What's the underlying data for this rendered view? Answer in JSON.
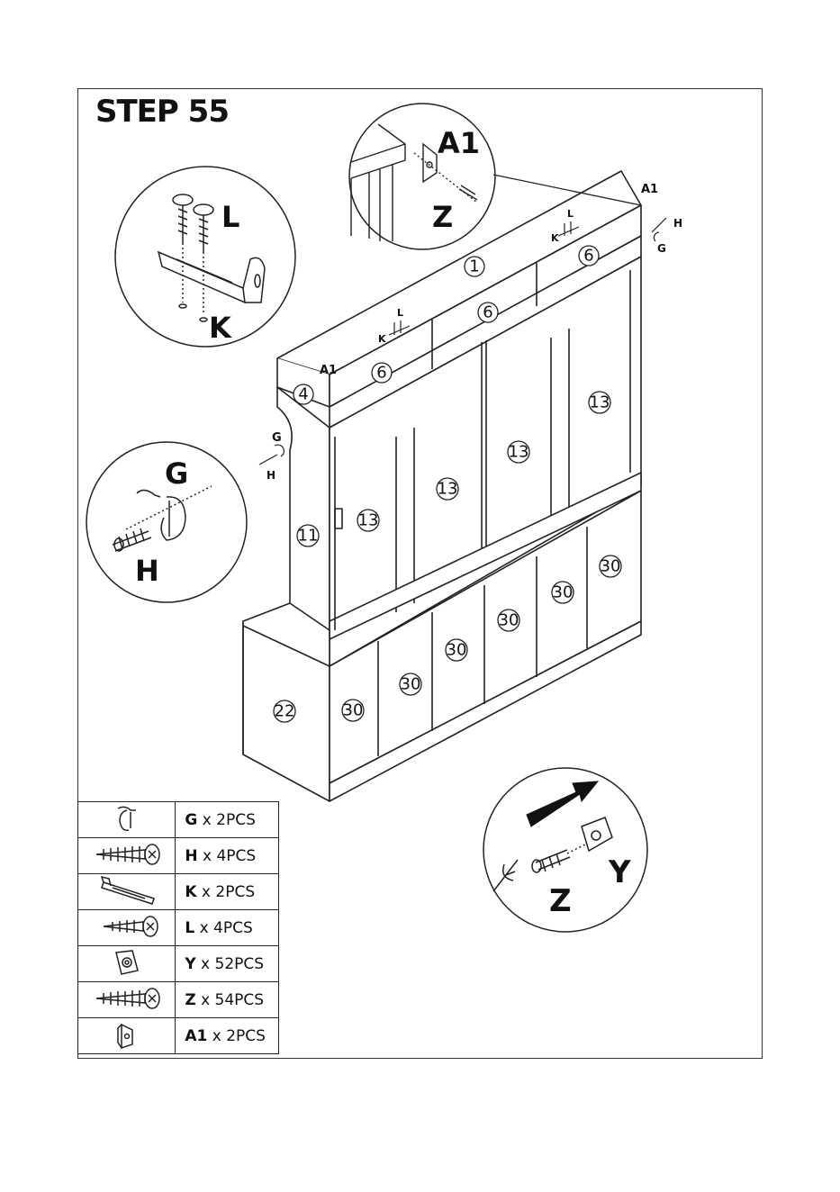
{
  "step_title": "STEP 55",
  "diagram": {
    "labels": {
      "A1": "A1",
      "Z": "Z",
      "L": "L",
      "K": "K",
      "G": "G",
      "H": "H",
      "Y": "Y"
    },
    "part_numbers": {
      "p1": "1",
      "p4": "4",
      "p6": "6",
      "p11": "11",
      "p13": "13",
      "p22": "22",
      "p30": "30"
    }
  },
  "parts_table": [
    {
      "icon": "hook-icon",
      "letter": "G",
      "qty": " x 2PCS"
    },
    {
      "icon": "screw-icon",
      "letter": "H",
      "qty": " x 4PCS"
    },
    {
      "icon": "bracket-icon",
      "letter": "K",
      "qty": " x 2PCS"
    },
    {
      "icon": "screw-icon",
      "letter": "L",
      "qty": " x 4PCS"
    },
    {
      "icon": "cam-fitting-icon",
      "letter": "Y",
      "qty": " x 52PCS"
    },
    {
      "icon": "screw-icon",
      "letter": "Z",
      "qty": " x 54PCS"
    },
    {
      "icon": "wall-anchor-icon",
      "letter": "A1",
      "qty": " x 2PCS"
    }
  ]
}
